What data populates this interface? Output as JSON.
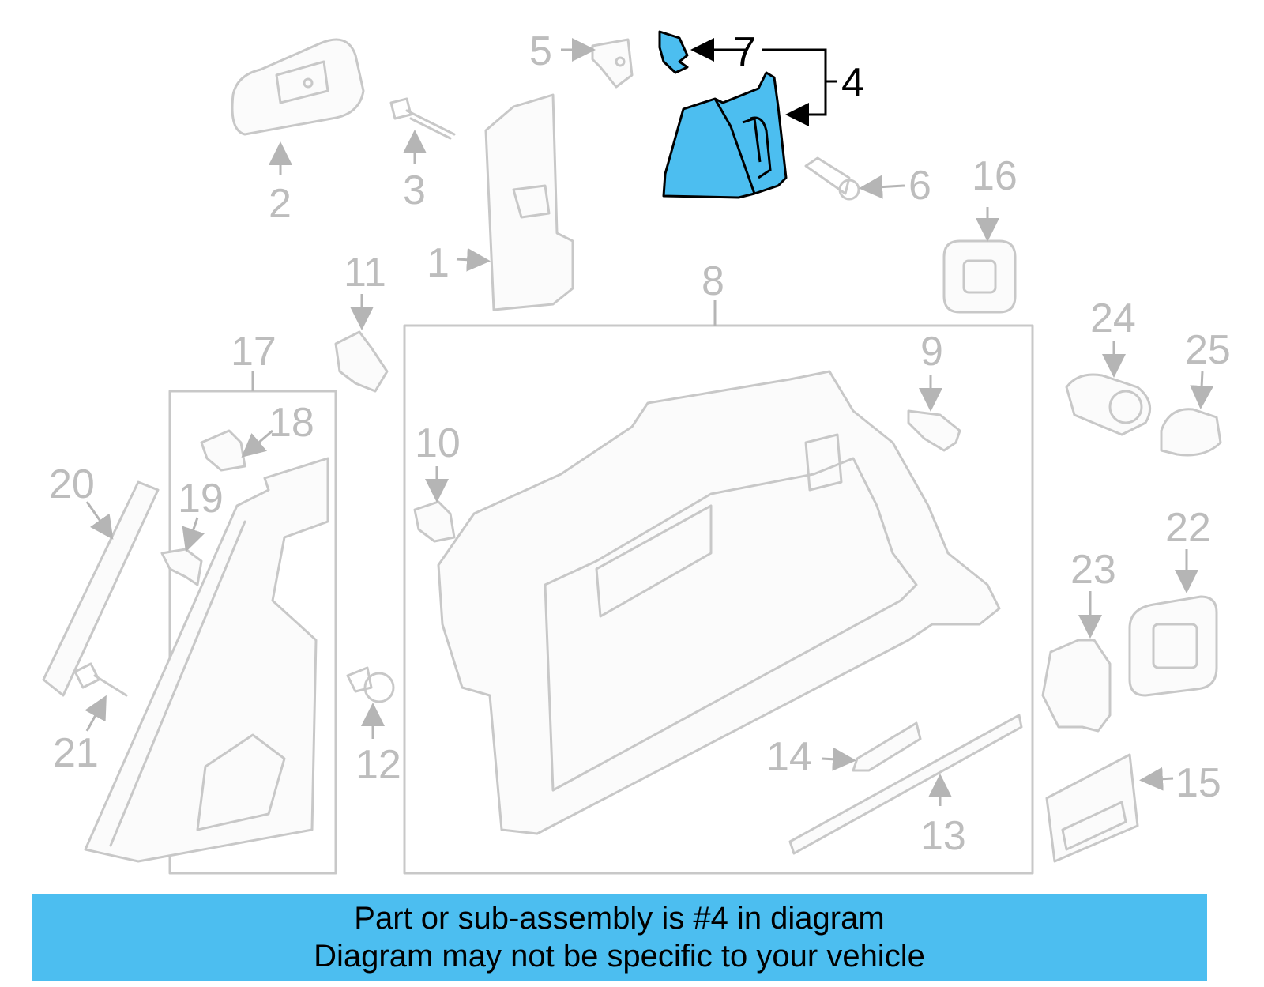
{
  "callouts": {
    "c1": "1",
    "c2": "2",
    "c3": "3",
    "c4": "4",
    "c5": "5",
    "c6": "6",
    "c7": "7",
    "c8": "8",
    "c9": "9",
    "c10": "10",
    "c11": "11",
    "c12": "12",
    "c13": "13",
    "c14": "14",
    "c15": "15",
    "c16": "16",
    "c17": "17",
    "c18": "18",
    "c19": "19",
    "c20": "20",
    "c21": "21",
    "c22": "22",
    "c23": "23",
    "c24": "24",
    "c25": "25"
  },
  "highlight": {
    "part": "4",
    "sub_part": "7",
    "color": "#4cbef0"
  },
  "banner": {
    "line1": "Part or sub-assembly is #4 in diagram",
    "line2": "Diagram may not be specific to your vehicle"
  }
}
